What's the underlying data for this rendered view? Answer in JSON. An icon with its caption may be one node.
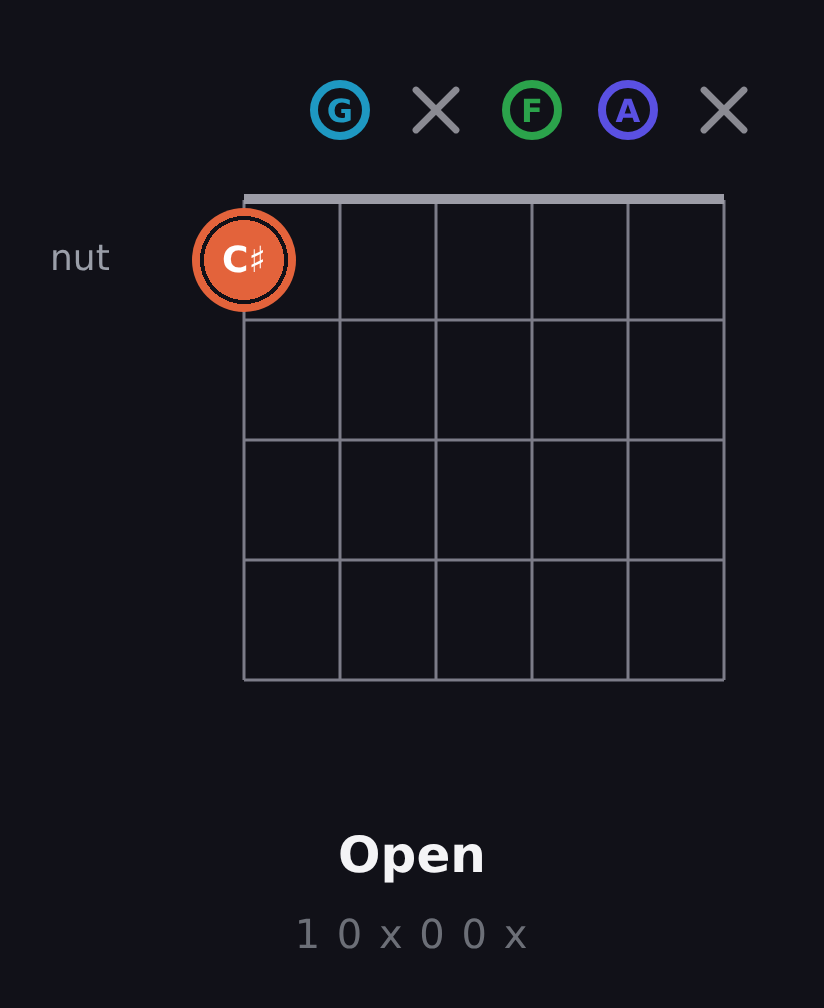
{
  "diagram": {
    "title": "Open",
    "nodes": [
      {
        "text": [
          "G"
        ]
      },
      {
        "text": [],
        "shape": "cross"
      },
      {
        "text": [
          "F"
        ]
      },
      {
        "text": [
          "A"
        ]
      },
      {
        "text": [],
        "shape": "cross"
      },
      {
        "text": [
          "C♯"
        ]
      }
    ],
    "labels": [
      "nut",
      "1 0 x 0 0 x"
    ]
  }
}
